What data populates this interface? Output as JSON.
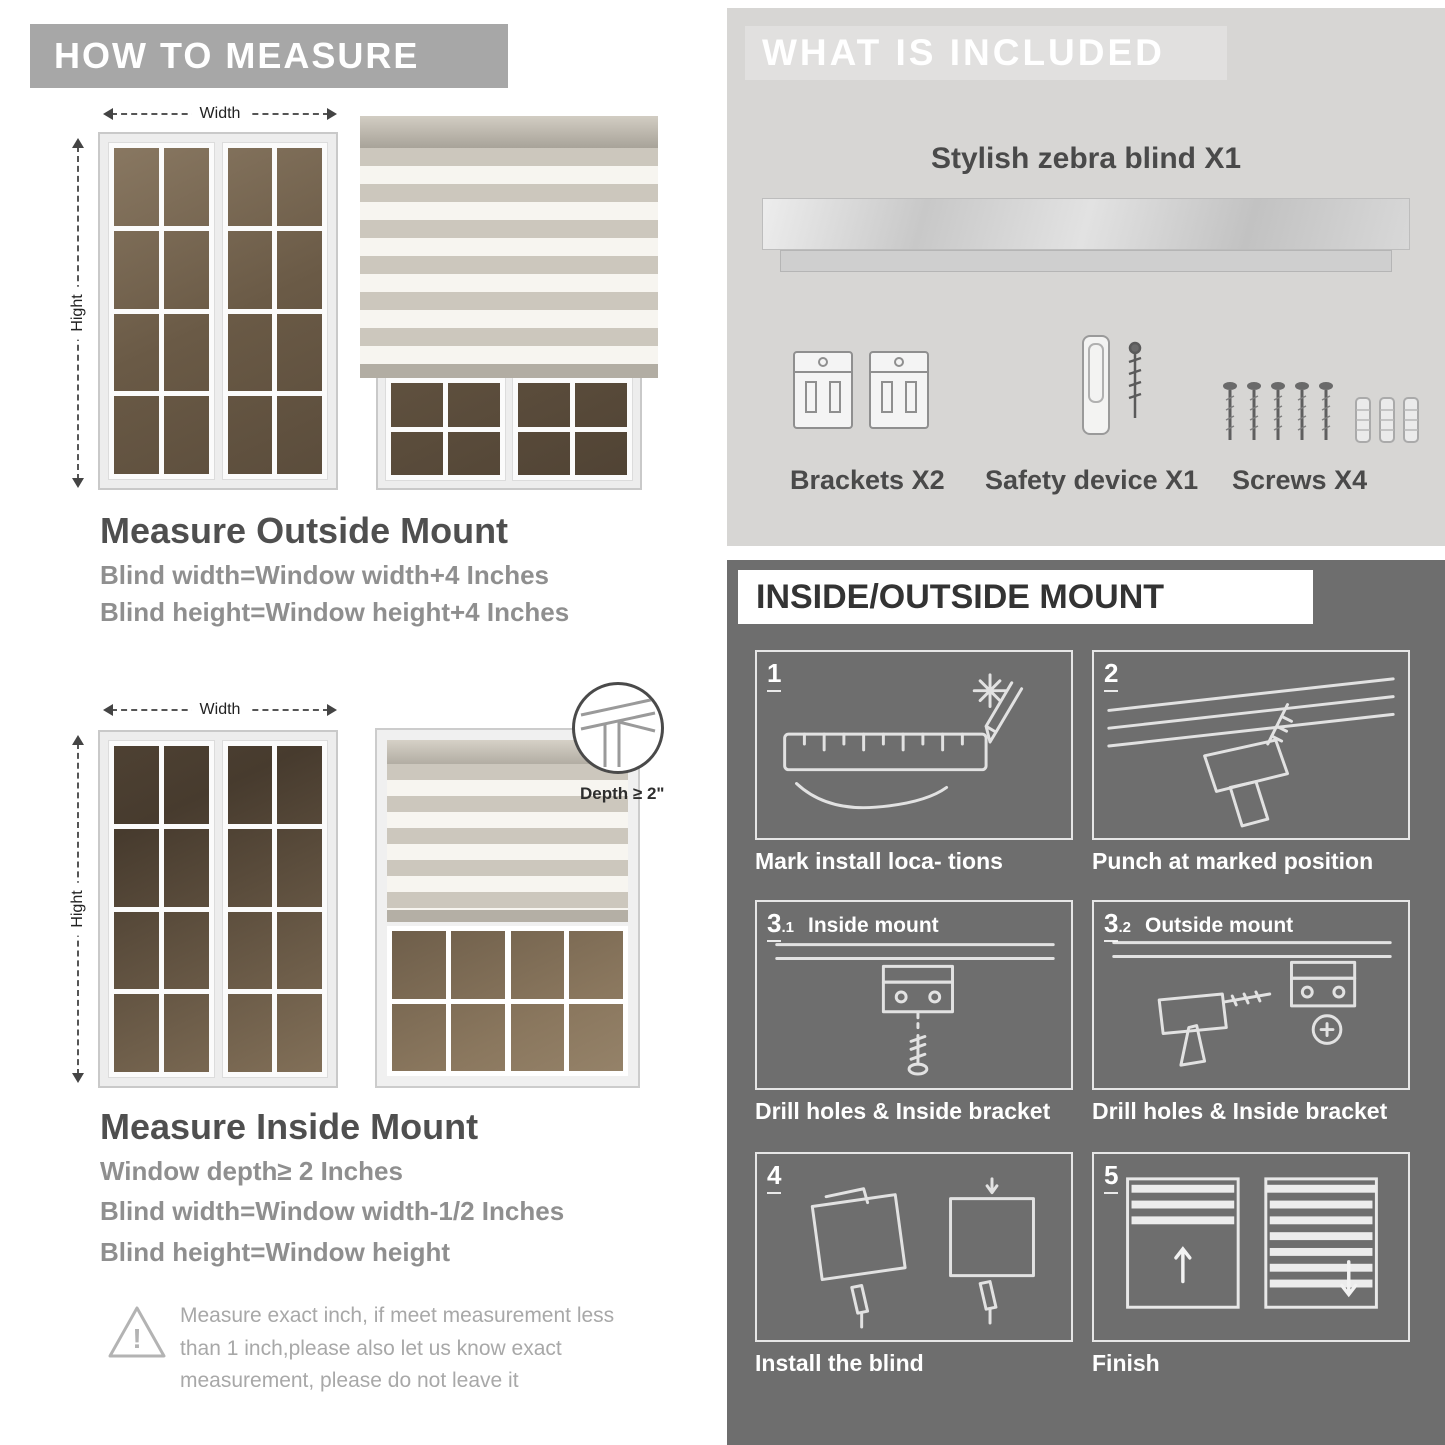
{
  "left": {
    "header": "HOW TO MEASURE",
    "outside": {
      "width_label": "Width",
      "height_label": "Hight",
      "title": "Measure Outside Mount",
      "lines": [
        "Blind width=Window width+4 Inches",
        "Blind height=Window height+4 Inches"
      ]
    },
    "inside": {
      "width_label": "Width",
      "height_label": "Hight",
      "depth_callout": "Depth ≥ 2\"",
      "title": "Measure Inside Mount",
      "lines": [
        "Window depth≥ 2 Inches",
        "Blind width=Window width-1/2 Inches",
        "Blind height=Window height"
      ]
    },
    "note": "Measure exact inch, if meet measurement less than 1 inch,please also let us know exact measurement, please do not leave it"
  },
  "included": {
    "header": "WHAT IS INCLUDED",
    "product_label": "Stylish zebra blind X1",
    "items": [
      "Brackets X2",
      "Safety device X1",
      "Screws X4"
    ]
  },
  "mount": {
    "header": "INSIDE/OUTSIDE MOUNT",
    "steps": [
      {
        "num": "1",
        "sub": "",
        "title": "",
        "caption": "Mark install loca- tions"
      },
      {
        "num": "2",
        "sub": "",
        "title": "",
        "caption": "Punch at  marked position"
      },
      {
        "num": "3",
        "sub": ".1",
        "title": "Inside mount",
        "caption": "Drill holes &  Inside bracket"
      },
      {
        "num": "3",
        "sub": ".2",
        "title": "Outside mount",
        "caption": "Drill holes &  Inside bracket"
      },
      {
        "num": "4",
        "sub": "",
        "title": "",
        "caption": "Install the blind"
      },
      {
        "num": "5",
        "sub": "",
        "title": "",
        "caption": "Finish"
      }
    ]
  },
  "colors": {
    "left_header_bg": "#a7a7a7",
    "included_bg": "#d7d6d4",
    "mount_bg": "#6e6e6e",
    "heading": "#4f4f4f",
    "body": "#8f8f8f"
  }
}
